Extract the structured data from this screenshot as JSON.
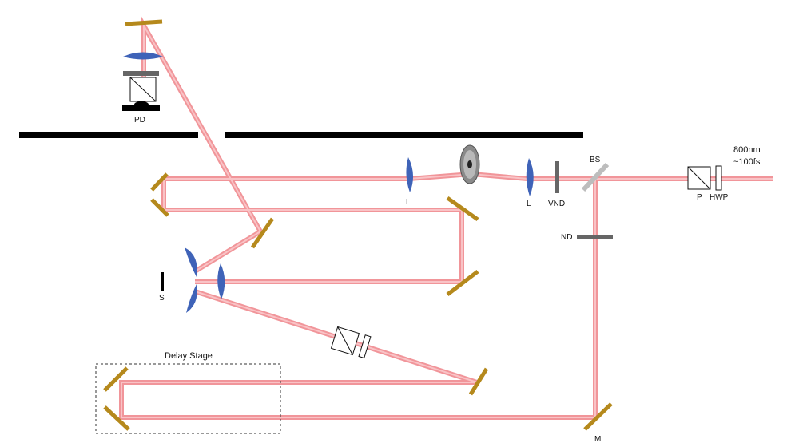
{
  "labels": {
    "pd": "PD",
    "bs": "BS",
    "source_line1": "800nm",
    "source_line2": "~100fs",
    "polarizer": "P",
    "hwp": "HWP",
    "lens": "L",
    "vnd": "VND",
    "nd": "ND",
    "sample": "S",
    "mirror": "M",
    "delay_stage": "Delay Stage"
  },
  "colors": {
    "beam": "#f08a8f",
    "beam_core": "#f9c3c6",
    "mirror": "#b5891c",
    "lens": "#3f63b8",
    "wall": "#000000",
    "filter": "#666666",
    "beamsplitter": "#bdbdbd"
  }
}
